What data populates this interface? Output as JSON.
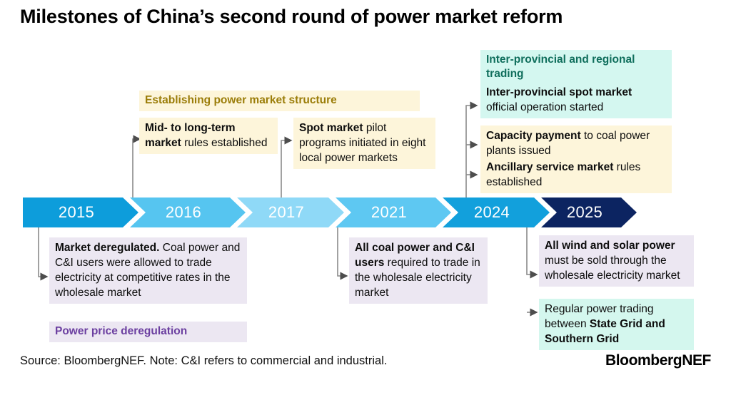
{
  "title": "Milestones of China’s second round of power market reform",
  "colors": {
    "seg_2015": "#0d9ddb",
    "seg_2016": "#56c5f0",
    "seg_2017": "#8fd9f7",
    "seg_2021": "#5ec8f2",
    "seg_2024": "#12a0dc",
    "seg_2025": "#0c2461",
    "cream": "#fdf5da",
    "cream_header_text": "#9b7d09",
    "teal": "#d4f7f0",
    "teal_header_text": "#0f6e5c",
    "lilac": "#ece7f2",
    "lilac_header_text": "#6b3fa0",
    "mint": "#d4f7ee",
    "connector": "#808080"
  },
  "timeline": {
    "segments": [
      {
        "year": "2015",
        "color_key": "seg_2015"
      },
      {
        "year": "2016",
        "color_key": "seg_2016"
      },
      {
        "year": "2017",
        "color_key": "seg_2017"
      },
      {
        "year": "2021",
        "color_key": "seg_2021"
      },
      {
        "year": "2024",
        "color_key": "seg_2024"
      },
      {
        "year": "2025",
        "color_key": "seg_2025"
      }
    ]
  },
  "group_headers": {
    "power_market_structure": "Establishing power market structure",
    "inter_provincial": "Inter-provincial and regional trading",
    "power_price_deregulation": "Power price deregulation"
  },
  "callouts": {
    "mid_long_term": {
      "bold": "Mid- to long-term market",
      "rest": " rules established"
    },
    "spot_market": {
      "bold": "Spot market",
      "rest": " pilot programs initiated in eight local power markets"
    },
    "inter_provincial_spot": {
      "bold": "Inter-provincial spot market",
      "rest": " official operation started"
    },
    "capacity_payment": {
      "bold": "Capacity payment",
      "rest": " to coal power plants issued"
    },
    "ancillary_service": {
      "bold": "Ancillary service market",
      "rest": " rules established"
    },
    "market_deregulated": {
      "bold": "Market deregulated.",
      "rest": " Coal power and C&I users were allowed to trade electricity at competitive rates in the wholesale market"
    },
    "all_coal_power": {
      "bold": "All coal power and C&I users",
      "rest": " required to trade in the wholesale electricity market"
    },
    "all_wind_solar": {
      "bold": "All wind and solar power",
      "rest": " must be sold through the wholesale electricity market"
    },
    "regular_power_trading": {
      "pre": "Regular power trading between ",
      "bold": "State Grid and Southern Grid"
    }
  },
  "footer": {
    "source": "Source: BloombergNEF. Note: C&I refers to commercial and industrial.",
    "logo": "BloombergNEF"
  }
}
